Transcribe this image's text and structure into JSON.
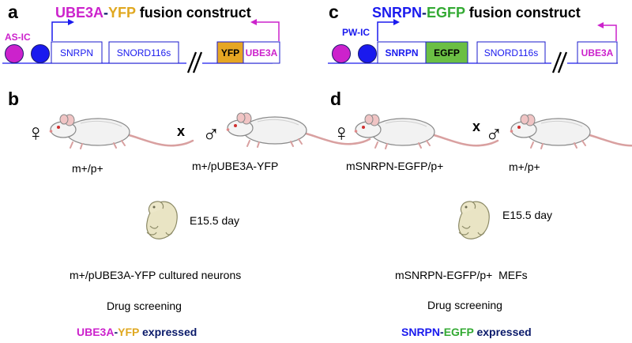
{
  "colors": {
    "magenta": "#cc22cc",
    "yellow": "#e0a820",
    "blue": "#1a1aee",
    "green": "#33aa33",
    "navy": "#0a1a6a",
    "box_border": "#1a1acc",
    "yfp_fill": "#e6a623",
    "egfp_fill": "#6bbf44"
  },
  "panel_a": {
    "letter": "a",
    "title_ube3a": "UBE3A",
    "title_dash": "-",
    "title_yfp": "YFP",
    "title_rest": " fusion construct",
    "ic_label": "AS-IC",
    "box_snrpn": "SNRPN",
    "box_snord": "SNORD116s",
    "box_yfp": "YFP",
    "box_ube3a": "UBE3A"
  },
  "panel_b": {
    "letter": "b",
    "female_symbol": "♀",
    "male_symbol": "♂",
    "cross": "x",
    "mother_genotype": "m+/p+",
    "father_genotype": "m+/pUBE3A-YFP",
    "embryo_stage": "E15.5 day",
    "culture_label": "m+/pUBE3A-YFP cultured neurons",
    "screen_label": "Drug screening",
    "expr_ube3a": "UBE3A",
    "expr_dash": "-",
    "expr_yfp": "YFP",
    "expr_rest": " expressed"
  },
  "panel_c": {
    "letter": "c",
    "title_snrpn": "SNRPN",
    "title_dash": "-",
    "title_egfp": "EGFP",
    "title_rest": " fusion construct",
    "ic_label": "PW-IC",
    "box_snrpn": "SNRPN",
    "box_egfp": "EGFP",
    "box_snord": "SNORD116s",
    "box_ube3a": "UBE3A"
  },
  "panel_d": {
    "letter": "d",
    "female_symbol": "♀",
    "male_symbol": "♂",
    "cross": "x",
    "mother_genotype": "mSNRPN-EGFP/p+",
    "father_genotype": "m+/p+",
    "embryo_stage": "E15.5 day",
    "culture_label": "mSNRPN-EGFP/p+  MEFs",
    "screen_label": "Drug screening",
    "expr_snrpn": "SNRPN",
    "expr_dash": "-",
    "expr_egfp": "EGFP",
    "expr_rest": " expressed"
  }
}
